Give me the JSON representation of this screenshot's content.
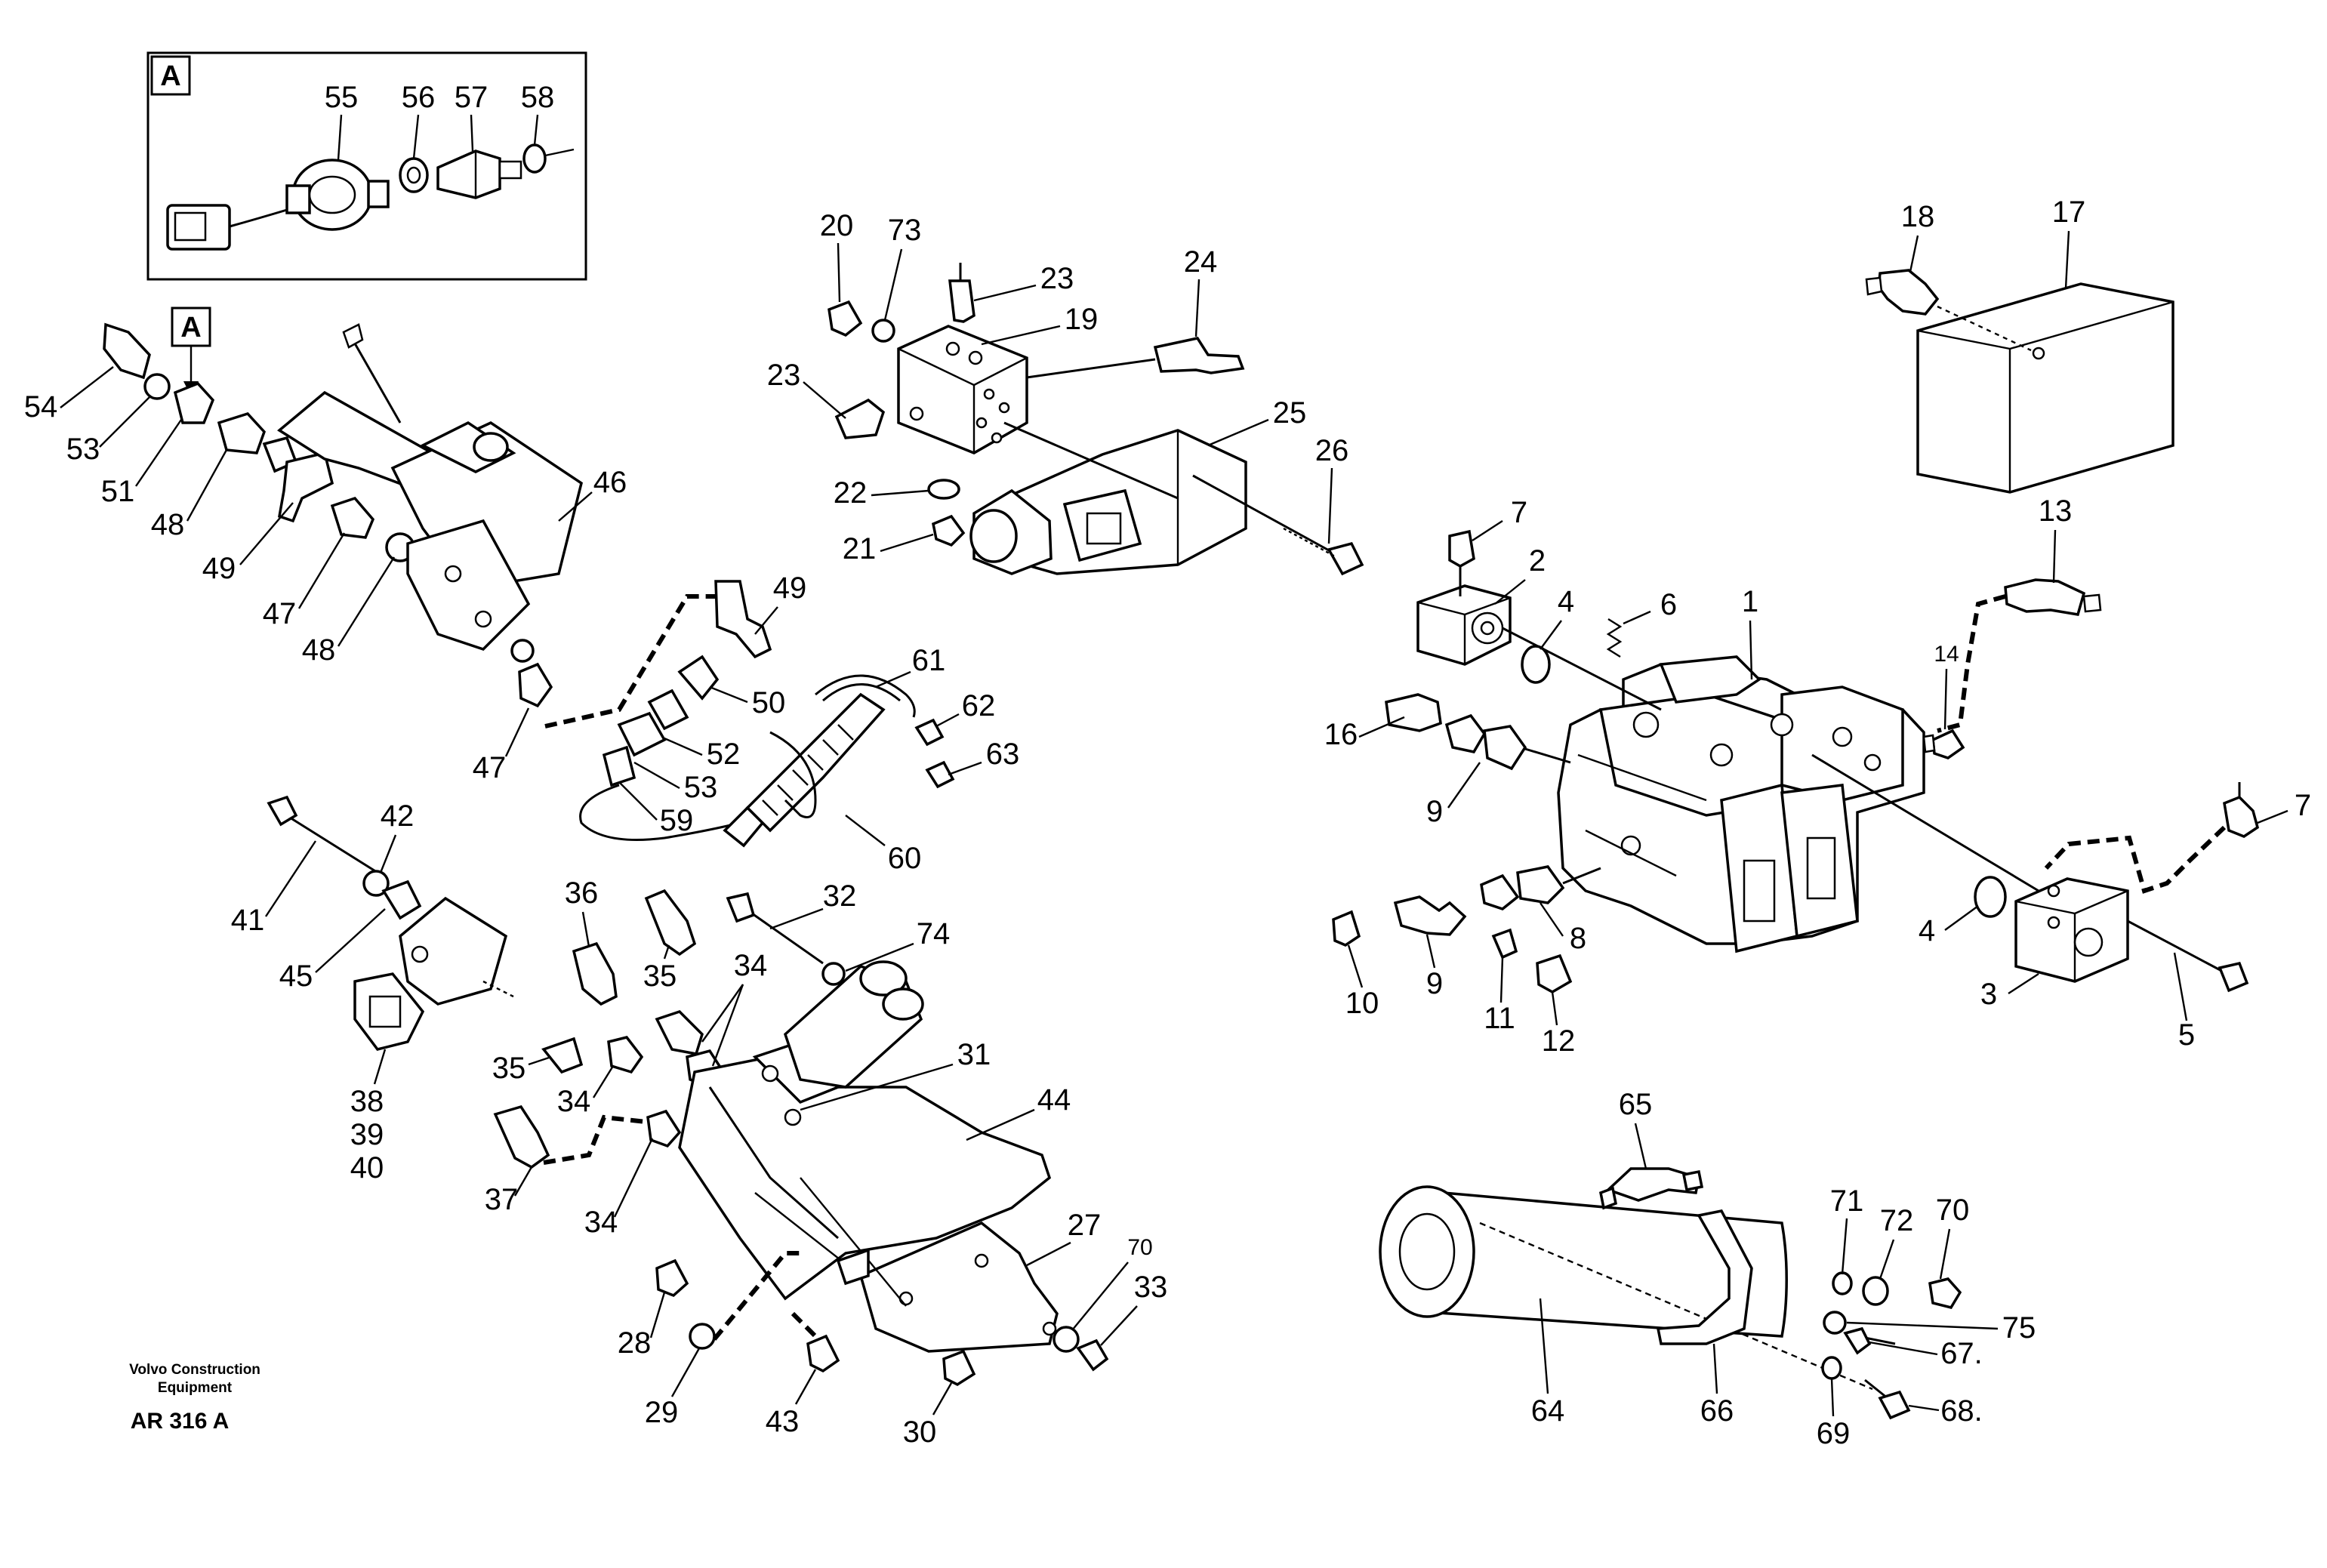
{
  "detail_box": {
    "letter": "A"
  },
  "view_marker": {
    "letter": "A"
  },
  "credit": {
    "line1": "Volvo Construction",
    "line2": "Equipment"
  },
  "drawing_code": "AR 316 A",
  "callouts": {
    "c55": "55",
    "c56": "56",
    "c57": "57",
    "c58": "58",
    "c54": "54",
    "c53a": "53",
    "c51": "51",
    "c48a": "48",
    "c49a": "49",
    "c47a": "47",
    "c48b": "48",
    "c46": "46",
    "c47b": "47",
    "c49b": "49",
    "c50": "50",
    "c52": "52",
    "c53b": "53",
    "c59": "59",
    "c61": "61",
    "c62": "62",
    "c63": "63",
    "c60": "60",
    "c20": "20",
    "c73": "73",
    "c23a": "23",
    "c19": "19",
    "c24": "24",
    "c23b": "23",
    "c25": "25",
    "c26": "26",
    "c22": "22",
    "c21": "21",
    "c18": "18",
    "c17": "17",
    "c13": "13",
    "c14": "14",
    "c7a": "7",
    "c2": "2",
    "c4a": "4",
    "c6": "6",
    "c1": "1",
    "c16": "16",
    "c9a": "9",
    "c7b": "7",
    "c4b": "4",
    "c3": "3",
    "c5": "5",
    "c8": "8",
    "c10": "10",
    "c9b": "9",
    "c11": "11",
    "c12": "12",
    "c42": "42",
    "c41": "41",
    "c45": "45",
    "c38": "38",
    "c39": "39",
    "c40": "40",
    "c36": "36",
    "c35a": "35",
    "c34a": "34",
    "c32": "32",
    "c74": "74",
    "c35b": "35",
    "c34b": "34",
    "c31": "31",
    "c37": "37",
    "c34c": "34",
    "c44": "44",
    "c27": "27",
    "c70a": "70",
    "c33": "33",
    "c28": "28",
    "c29": "29",
    "c43": "43",
    "c30": "30",
    "c65": "65",
    "c64": "64",
    "c66": "66",
    "c71": "71",
    "c72": "72",
    "c70b": "70",
    "c75": "75",
    "c67": "67.",
    "c68": "68.",
    "c69": "69"
  }
}
